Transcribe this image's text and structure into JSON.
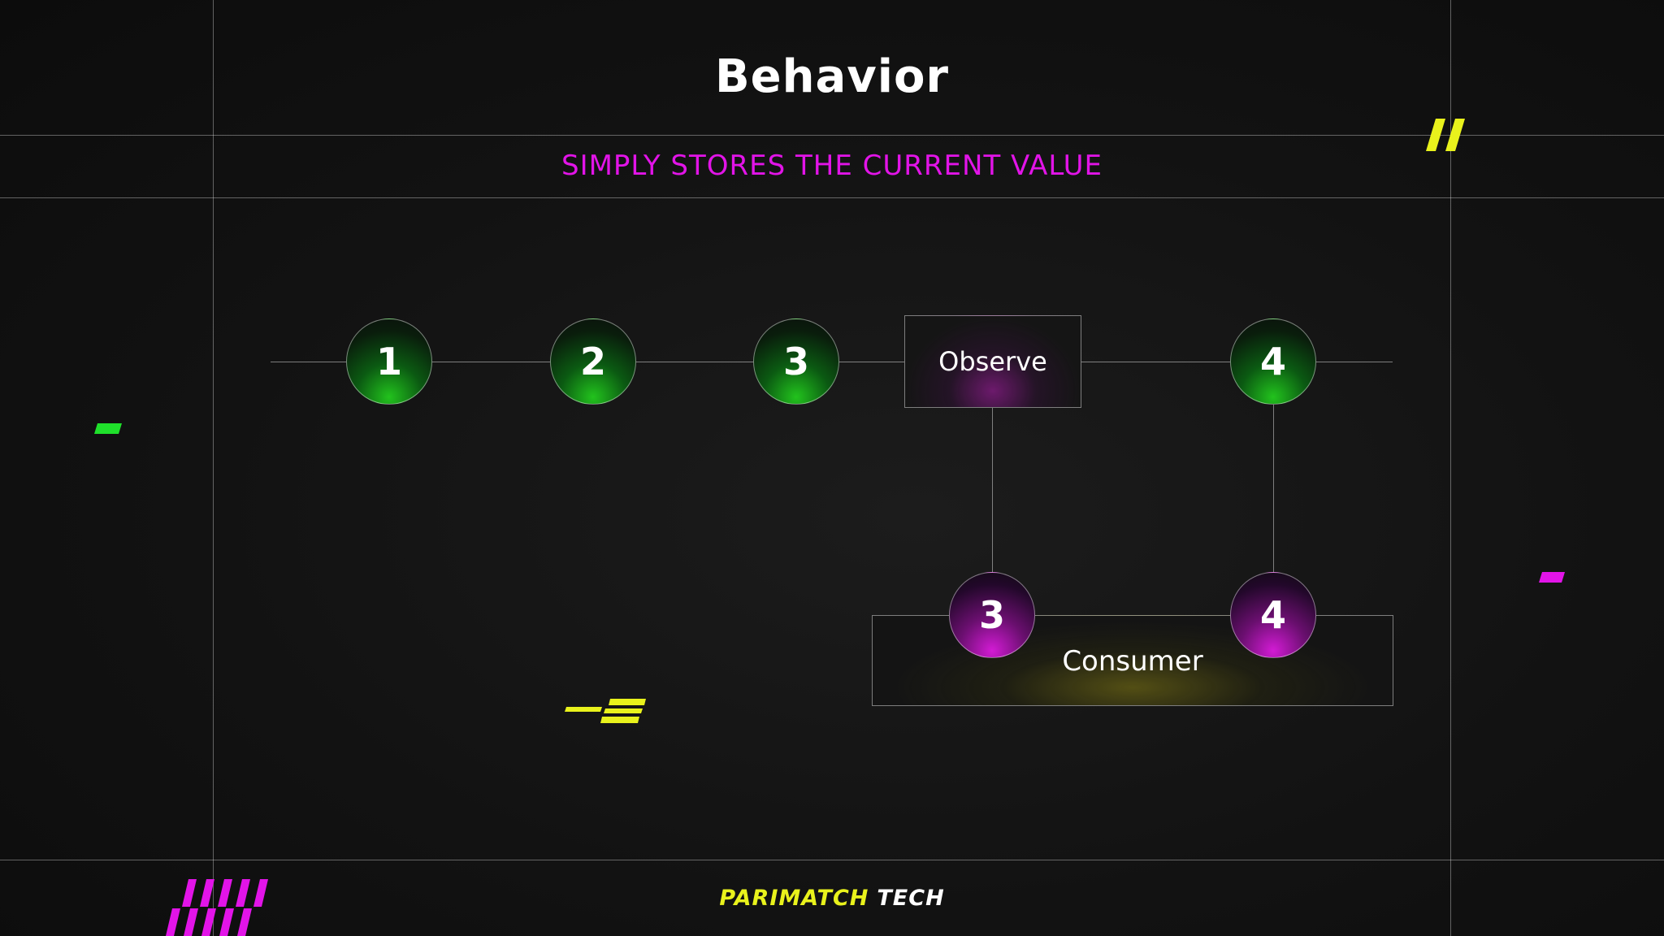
{
  "slide": {
    "title": "Behavior",
    "subtitle": "SIMPLY STORES THE CURRENT VALUE"
  },
  "diagram": {
    "stream_nodes": [
      "1",
      "2",
      "3",
      "4"
    ],
    "observe_label": "Observe",
    "consumer_label": "Consumer",
    "consumer_nodes": [
      "3",
      "4"
    ]
  },
  "footer": {
    "brand_primary": "PARIMATCH",
    "brand_secondary": "TECH"
  },
  "colors": {
    "accent_magenta": "#e214e8",
    "accent_green": "#22c21d",
    "accent_yellow": "#e9f21c",
    "background": "#121212"
  }
}
